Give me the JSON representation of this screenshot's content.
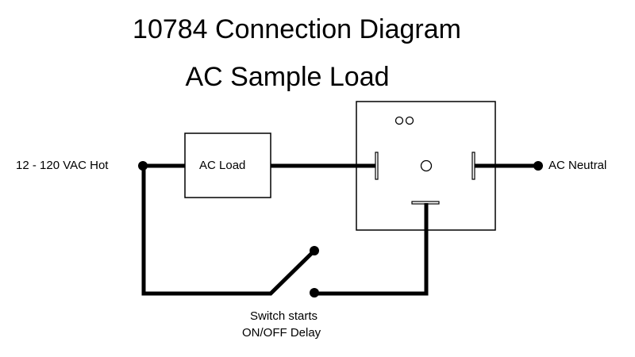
{
  "title": "10784 Connection Diagram",
  "subtitle": "AC Sample Load",
  "labels": {
    "hot": "12 - 120 VAC Hot",
    "load": "AC Load",
    "neutral": "AC Neutral",
    "switch_line1": "Switch starts",
    "switch_line2": "ON/OFF Delay"
  },
  "colors": {
    "wire": "#000000",
    "background": "#ffffff"
  }
}
